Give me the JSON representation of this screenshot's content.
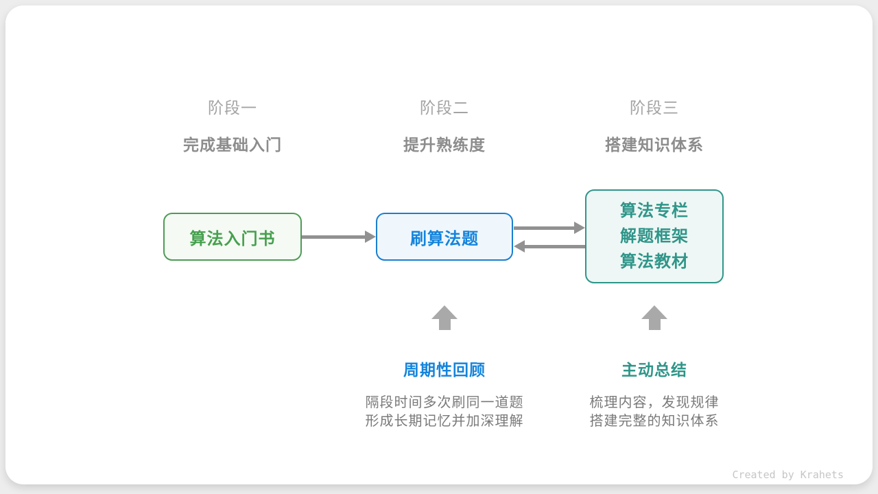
{
  "stages": [
    {
      "label": "阶段一",
      "subtitle": "完成基础入门"
    },
    {
      "label": "阶段二",
      "subtitle": "提升熟练度"
    },
    {
      "label": "阶段三",
      "subtitle": "搭建知识体系"
    }
  ],
  "boxes": [
    {
      "text": "算法入门书",
      "text_color": "#45a04e",
      "border_color": "#4e9b55",
      "bg_color": "#f5faf4"
    },
    {
      "text": "刷算法题",
      "text_color": "#1484dc",
      "border_color": "#1a7fd0",
      "bg_color": "#eff7fd"
    },
    {
      "lines": [
        "算法专栏",
        "解题框架",
        "算法教材"
      ],
      "text_color": "#2f9589",
      "border_color": "#2f9589",
      "bg_color": "#eef7f5"
    }
  ],
  "annotations": [
    {
      "title": "周期性回顾",
      "title_color": "#1484dc",
      "lines": [
        "隔段时间多次刷同一道题",
        "形成长期记忆并加深理解"
      ]
    },
    {
      "title": "主动总结",
      "title_color": "#2f9589",
      "lines": [
        "梳理内容，发现规律",
        "搭建完整的知识体系"
      ]
    }
  ],
  "footer": {
    "credit": "Created by Krahets"
  },
  "colors": {
    "page_bg": "#ededed",
    "card_bg": "#ffffff",
    "header_label": "#a3a3a3",
    "header_subtitle": "#8c8c8c",
    "arrow": "#919191",
    "block_arrow": "#a9a9a9",
    "desc_text": "#7a7a7a",
    "credit_text": "#c6c6c6"
  }
}
